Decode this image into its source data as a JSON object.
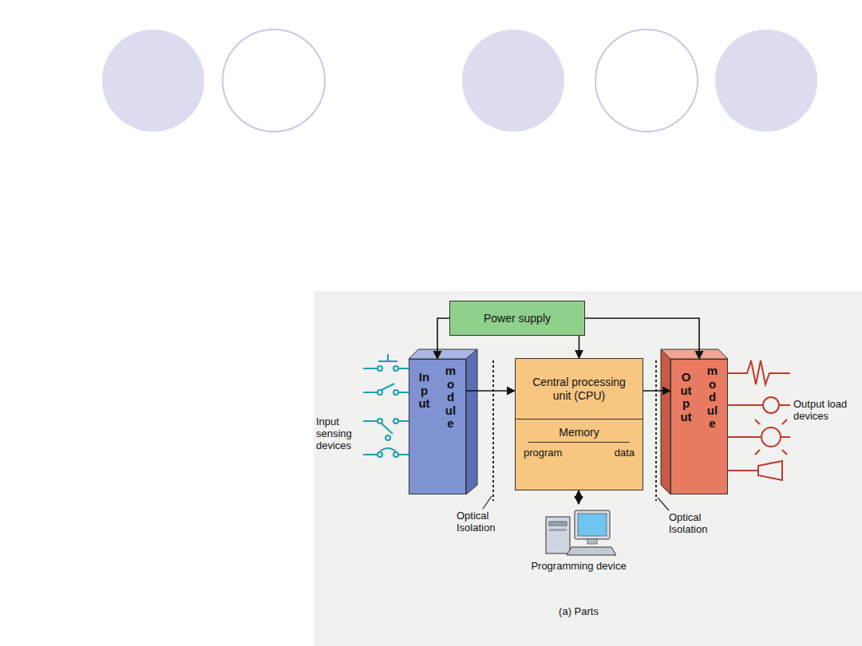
{
  "diagram": {
    "caption": "(a) Parts",
    "nodes": [
      {
        "text": [
          "Power supply"
        ]
      },
      {
        "text": [
          "Input",
          "module"
        ]
      },
      {
        "text": [
          "Central processing unit (CPU)",
          "Memory",
          "program",
          "data"
        ]
      },
      {
        "text": [
          "Output",
          "module"
        ]
      },
      {
        "text": [
          "Programming device"
        ]
      }
    ],
    "edges": [
      {
        "from": 0,
        "to": 1,
        "arrow": "to"
      },
      {
        "from": 0,
        "to": 2,
        "arrow": "to"
      },
      {
        "from": 0,
        "to": 3,
        "arrow": "to"
      },
      {
        "from": 1,
        "to": 2,
        "arrow": "to"
      },
      {
        "from": 2,
        "to": 3,
        "arrow": "to"
      },
      {
        "from": 2,
        "to": 4,
        "arrow": "both"
      }
    ],
    "labels": [
      "Input sensing devices",
      "Optical Isolation",
      "Optical Isolation",
      "Output load devices"
    ]
  }
}
